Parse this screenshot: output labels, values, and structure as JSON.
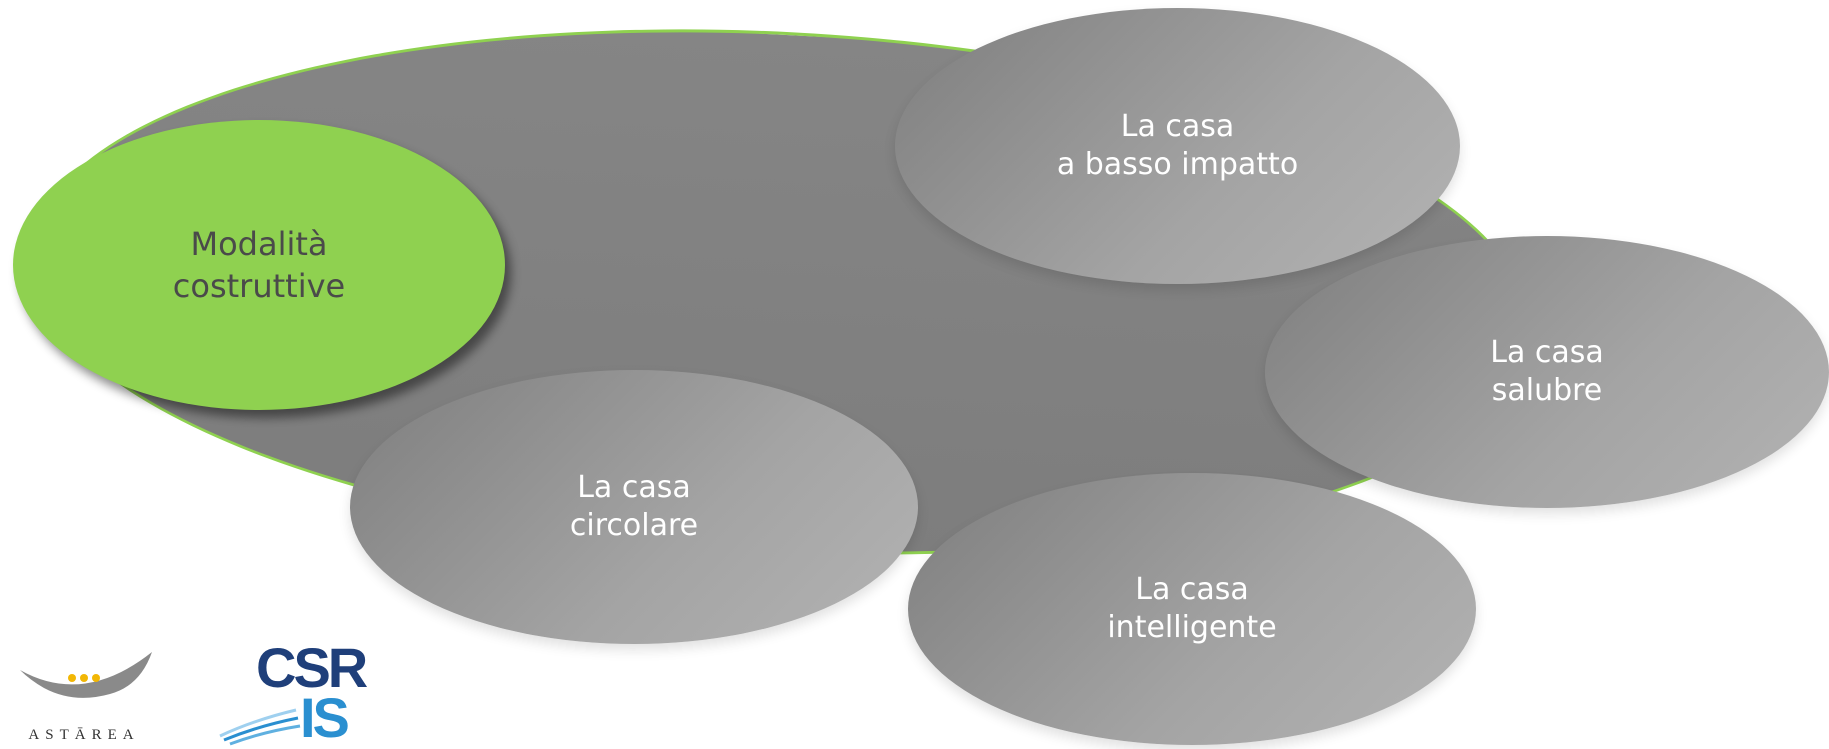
{
  "diagram": {
    "center_node": {
      "line1": "Modalità",
      "line2": "costruttive"
    },
    "nodes": [
      {
        "line1": "La casa",
        "line2": "a basso impatto"
      },
      {
        "line1": "La casa",
        "line2": "salubre"
      },
      {
        "line1": "La casa",
        "line2": "circolare"
      },
      {
        "line1": "La casa",
        "line2": "intelligente"
      }
    ]
  },
  "logos": {
    "astarea": "ASTĀREA",
    "csris_top": "CSR",
    "csris_bottom": "IS"
  },
  "colors": {
    "accent_green": "#8fd150",
    "node_gray": "#9a9a9a",
    "background_gray": "#828282",
    "csris_navy": "#1f3f7a",
    "csris_blue": "#2a8fd0",
    "astarea_gold": "#f2b705"
  }
}
